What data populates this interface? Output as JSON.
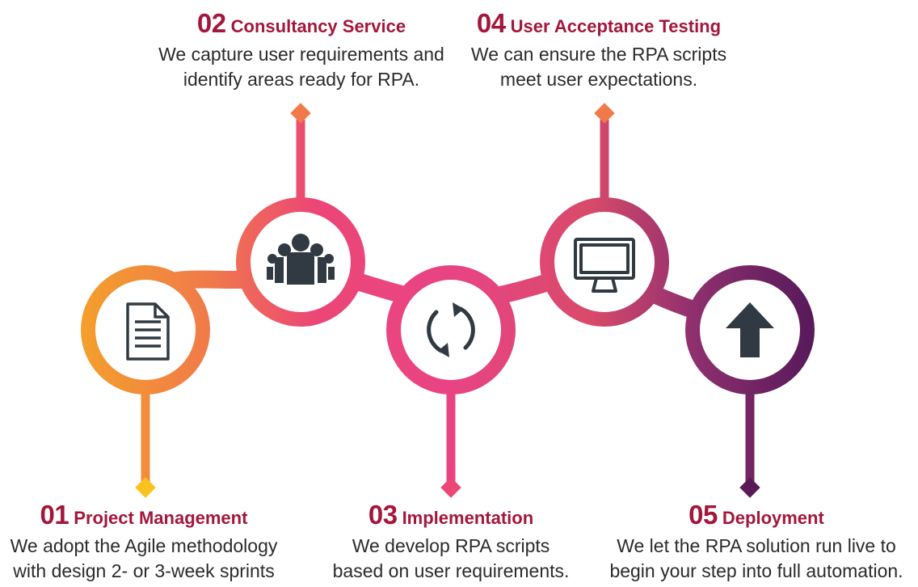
{
  "steps": [
    {
      "number": "01",
      "title": "Project Management",
      "description": [
        "We adopt the Agile methodology",
        "with design 2- or 3-week sprints"
      ],
      "icon": "document-icon"
    },
    {
      "number": "02",
      "title": "Consultancy Service",
      "description": [
        "We capture user requirements and",
        "identify areas ready for RPA."
      ],
      "icon": "team-icon"
    },
    {
      "number": "03",
      "title": "Implementation",
      "description": [
        "We develop RPA scripts",
        "based on user requirements."
      ],
      "icon": "refresh-icon"
    },
    {
      "number": "04",
      "title": "User Acceptance Testing",
      "description": [
        "We can ensure the RPA scripts",
        "meet user expectations."
      ],
      "icon": "monitor-icon"
    },
    {
      "number": "05",
      "title": "Deployment",
      "description": [
        "We let the RPA solution run live to",
        "begin your step into full automation."
      ],
      "icon": "up-arrow-icon"
    }
  ],
  "colors": {
    "title": "#a3173b",
    "description": "#2b2b2b",
    "icon": "#313a42",
    "gradient": [
      "#f4a12a",
      "#f07a4a",
      "#ec4677",
      "#e84484",
      "#c64472",
      "#8e2f6e",
      "#4e1657"
    ]
  }
}
